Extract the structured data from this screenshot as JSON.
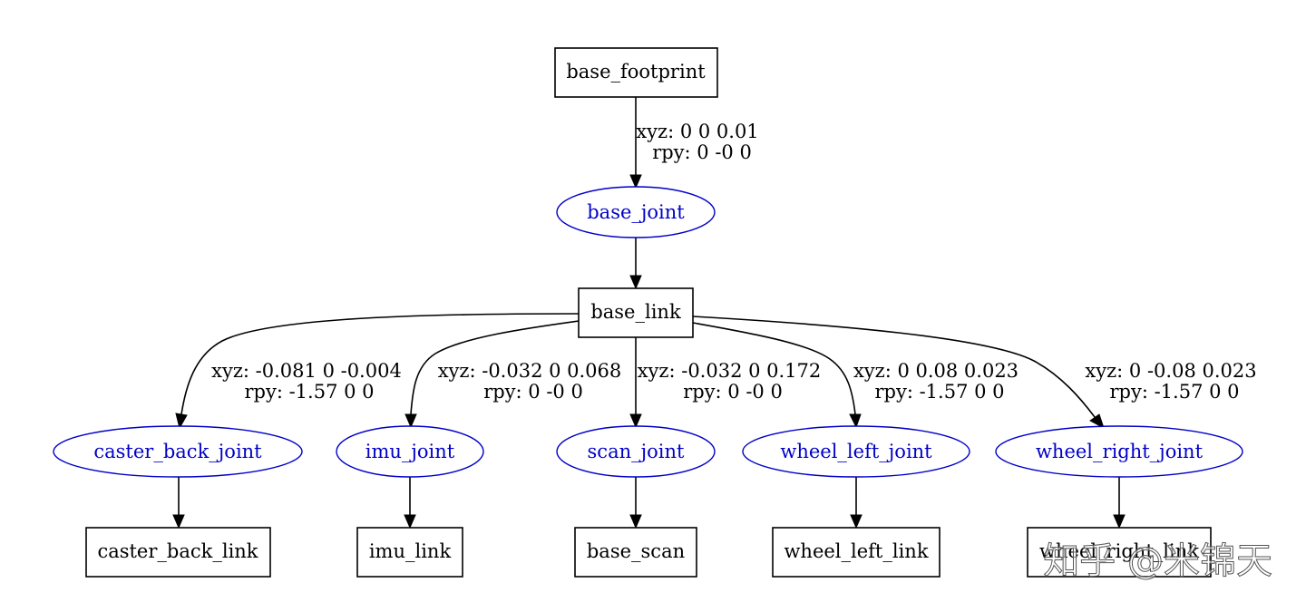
{
  "links": {
    "base_footprint": "base_footprint",
    "base_link": "base_link",
    "caster_back_link": "caster_back_link",
    "imu_link": "imu_link",
    "base_scan": "base_scan",
    "wheel_left_link": "wheel_left_link",
    "wheel_right_link": "wheel_right_link"
  },
  "joints": {
    "base_joint": "base_joint",
    "caster_back_joint": "caster_back_joint",
    "imu_joint": "imu_joint",
    "scan_joint": "scan_joint",
    "wheel_left_joint": "wheel_left_joint",
    "wheel_right_joint": "wheel_right_joint"
  },
  "edge_labels": {
    "base_joint": {
      "xyz": "xyz: 0 0 0.01",
      "rpy": "rpy: 0 -0 0"
    },
    "caster_back_joint": {
      "xyz": "xyz: -0.081 0 -0.004",
      "rpy": "rpy: -1.57 0 0"
    },
    "imu_joint": {
      "xyz": "xyz: -0.032 0 0.068",
      "rpy": "rpy: 0 -0 0"
    },
    "scan_joint": {
      "xyz": "xyz: -0.032 0 0.172",
      "rpy": "rpy: 0 -0 0"
    },
    "wheel_left_joint": {
      "xyz": "xyz: 0 0.08 0.023",
      "rpy": "rpy: -1.57 0 0"
    },
    "wheel_right_joint": {
      "xyz": "xyz: 0 -0.08 0.023",
      "rpy": "rpy: -1.57 0 0"
    }
  },
  "watermark": "知乎 @米锦天",
  "colors": {
    "joint": "#0000c8",
    "link": "#000000",
    "background": "#ffffff"
  }
}
